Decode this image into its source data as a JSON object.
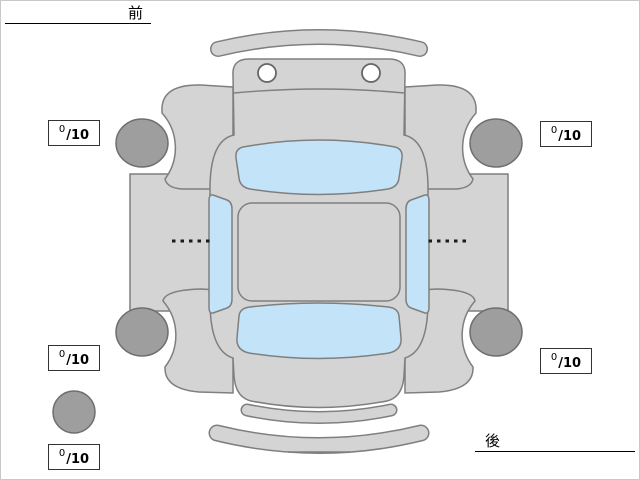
{
  "labels": {
    "front": "前",
    "rear": "後"
  },
  "scores": {
    "front_left": {
      "numerator": "0",
      "denominator": "/10"
    },
    "front_right": {
      "numerator": "0",
      "denominator": "/10"
    },
    "rear_left": {
      "numerator": "0",
      "denominator": "/10"
    },
    "rear_right": {
      "numerator": "0",
      "denominator": "/10"
    },
    "spare": {
      "numerator": "0",
      "denominator": "/10"
    }
  },
  "colors": {
    "car_body": "#d4d4d4",
    "car_outline": "#7f7f7f",
    "glass": "#c3e4f8",
    "wheel_fill": "#9e9e9e",
    "wheel_outline": "#6e6e6e",
    "box_border": "#333333"
  }
}
